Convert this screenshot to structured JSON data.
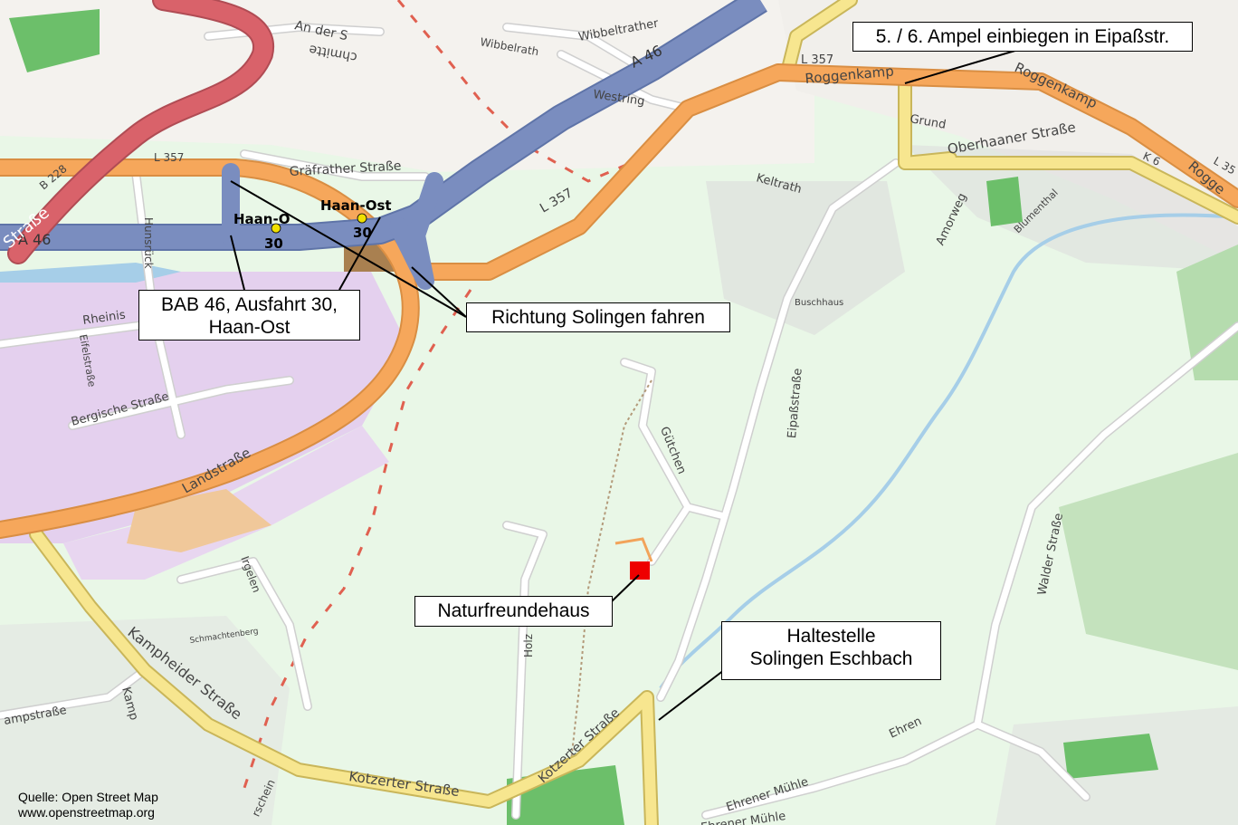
{
  "callouts": {
    "ampel": "5. / 6. Ampel einbiegen in Eipaßstr.",
    "bab_line1": "BAB 46, Ausfahrt 30,",
    "bab_line2": "Haan-Ost",
    "richtung": "Richtung Solingen fahren",
    "naturfreunde": "Naturfreundehaus",
    "halt_line1": "Haltestelle",
    "halt_line2": "Solingen Eschbach"
  },
  "source": {
    "line1": "Quelle: Open Street Map",
    "line2": "www.openstreetmap.org"
  },
  "exits": {
    "west_name": "Haan-O",
    "west_num": "30",
    "east_name": "Haan-Ost",
    "east_num": "30"
  },
  "street_labels": {
    "a46_west": "A 46",
    "a46_north": "A 46",
    "l357_west": "L 357",
    "l357_north": "L 357",
    "l357_mid": "L 357",
    "an_der_schmitte_1": "An der S",
    "an_der_schmitte_2": "chmitte",
    "wibbelrath": "Wibbelrath",
    "wibbeltrather": "Wibbeltrather",
    "westring": "Westring",
    "roggenkamp_1": "Roggenkamp",
    "roggenkamp_2": "Roggenkamp",
    "roggen_edge": "Rogge",
    "grund": "Grund",
    "oberhaaner": "Oberhaaner Straße",
    "k6": "K 6",
    "l35": "L 35",
    "grafrather": "Gräfrather Straße",
    "hunsrueck": "Hunsrück",
    "strasse_edge": "Straße",
    "b228": "B 228",
    "rheinis": "Rheinis",
    "eifelstrasse": "Eifelstraße",
    "bergische": "Bergische Straße",
    "landstrasse": "Landstraße",
    "keltrath": "Keltrath",
    "amorweg": "Amorweg",
    "blumenthal": "Blumenthal",
    "buschhaus": "Buschhaus",
    "eipassstrasse": "Eipaßstraße",
    "guetchen": "Gütchen",
    "holz": "Holz",
    "walder": "Walder Straße",
    "kampheider": "Kampheider Straße",
    "kamp": "Kamp",
    "kampstrasse": "ampstraße",
    "schmachtenberg": "Schmachtenberg",
    "irgelen": "Irgelen",
    "kotzerter_1": "Kotzerter Straße",
    "kotzerter_2": "Kotzerter Straße",
    "rschein": "rschein",
    "ehrener_muehle": "Ehrener Mühle",
    "ehrener_edge": "Ehrener Mühle",
    "ehren": "Ehren"
  },
  "colors": {
    "motorway": "#7a8dbf",
    "primary": "#f2a35a",
    "secondary": "#f7e68f",
    "trunk": "#d9626a",
    "residential": "#ffffff",
    "meadow": "#e8f8e6",
    "industrial": "#e2ccee",
    "water": "#a6cee8",
    "forest": "#6dbf6a",
    "marker": "#ee0000",
    "rail_dash": "#e06050"
  }
}
